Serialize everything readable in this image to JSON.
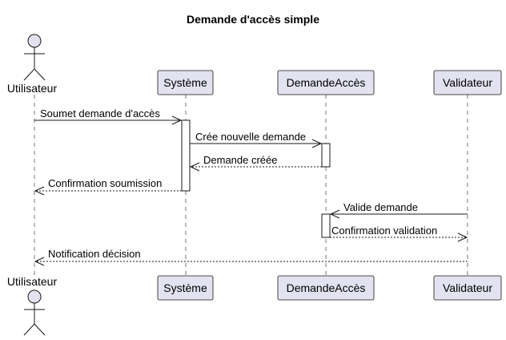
{
  "diagram": {
    "title": "Demande d'accès simple",
    "participants": [
      {
        "id": "utilisateur",
        "label": "Utilisateur",
        "kind": "actor"
      },
      {
        "id": "systeme",
        "label": "Système",
        "kind": "participant"
      },
      {
        "id": "demande",
        "label": "DemandeAccès",
        "kind": "participant"
      },
      {
        "id": "validateur",
        "label": "Validateur",
        "kind": "participant"
      }
    ],
    "messages": [
      {
        "from": "utilisateur",
        "to": "systeme",
        "label": "Soumet demande d'accès",
        "style": "solid"
      },
      {
        "from": "systeme",
        "to": "demande",
        "label": "Crée nouvelle demande",
        "style": "solid"
      },
      {
        "from": "demande",
        "to": "systeme",
        "label": "Demande créée",
        "style": "dashed"
      },
      {
        "from": "systeme",
        "to": "utilisateur",
        "label": "Confirmation soumission",
        "style": "dashed"
      },
      {
        "from": "validateur",
        "to": "demande",
        "label": "Valide demande",
        "style": "solid"
      },
      {
        "from": "demande",
        "to": "validateur",
        "label": "Confirmation validation",
        "style": "dashed"
      },
      {
        "from": "validateur",
        "to": "utilisateur",
        "label": "Notification décision",
        "style": "dashed"
      }
    ],
    "colors": {
      "participant_fill": "#e2e2f0",
      "line": "#181818",
      "activation_fill": "#ffffff"
    }
  }
}
